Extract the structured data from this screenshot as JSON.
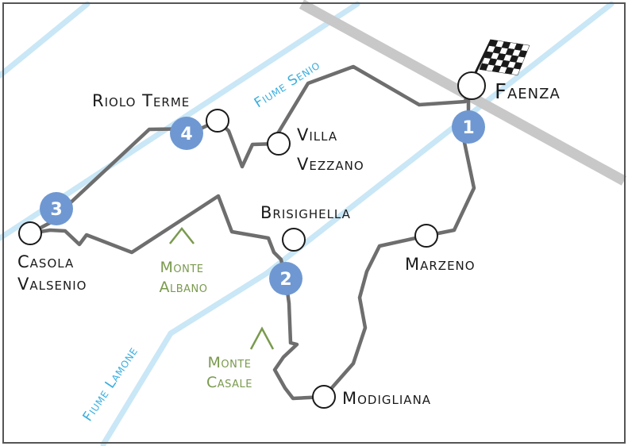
{
  "map": {
    "colors": {
      "river": "#c9e7f6",
      "road": "#c8c8c8",
      "route": "#6e6e6e",
      "badge": "#6f98d2",
      "mountain": "#7a9a4e",
      "river_label": "#3aaee0",
      "frame": "#555555"
    },
    "towns": [
      {
        "id": "faenza",
        "label": "Faenza",
        "is_finish": true
      },
      {
        "id": "villa-vezzano",
        "label_line1": "Villa",
        "label_line2": "Vezzano"
      },
      {
        "id": "riolo-terme",
        "label": "Riolo Terme"
      },
      {
        "id": "brisighella",
        "label": "Brisighella"
      },
      {
        "id": "marzeno",
        "label": "Marzeno"
      },
      {
        "id": "casola-valsenio",
        "label_line1": "Casola",
        "label_line2": "Valsenio"
      },
      {
        "id": "modigliana",
        "label": "Modigliana"
      }
    ],
    "badges": [
      "1",
      "2",
      "3",
      "4"
    ],
    "mountains": [
      {
        "id": "monte-albano",
        "line1": "Monte",
        "line2": "Albano"
      },
      {
        "id": "monte-casale",
        "line1": "Monte",
        "line2": "Casale"
      }
    ],
    "rivers": [
      {
        "id": "fiume-senio",
        "label": "Fiume Senio"
      },
      {
        "id": "fiume-lamone",
        "label": "Fiume Lamone"
      }
    ],
    "finish_flag_icon": "checkered-flag-icon"
  }
}
